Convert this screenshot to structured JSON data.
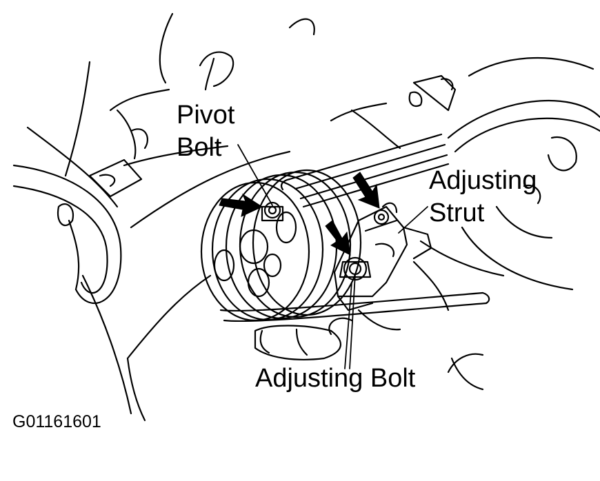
{
  "labels": {
    "pivot_bolt_line1": "Pivot",
    "pivot_bolt_line2": "Bolt",
    "adjusting_strut_line1": "Adjusting",
    "adjusting_strut_line2": "Strut",
    "adjusting_bolt": "Adjusting Bolt",
    "figure_id": "G01161601"
  },
  "colors": {
    "line": "#000000",
    "background": "#ffffff"
  }
}
